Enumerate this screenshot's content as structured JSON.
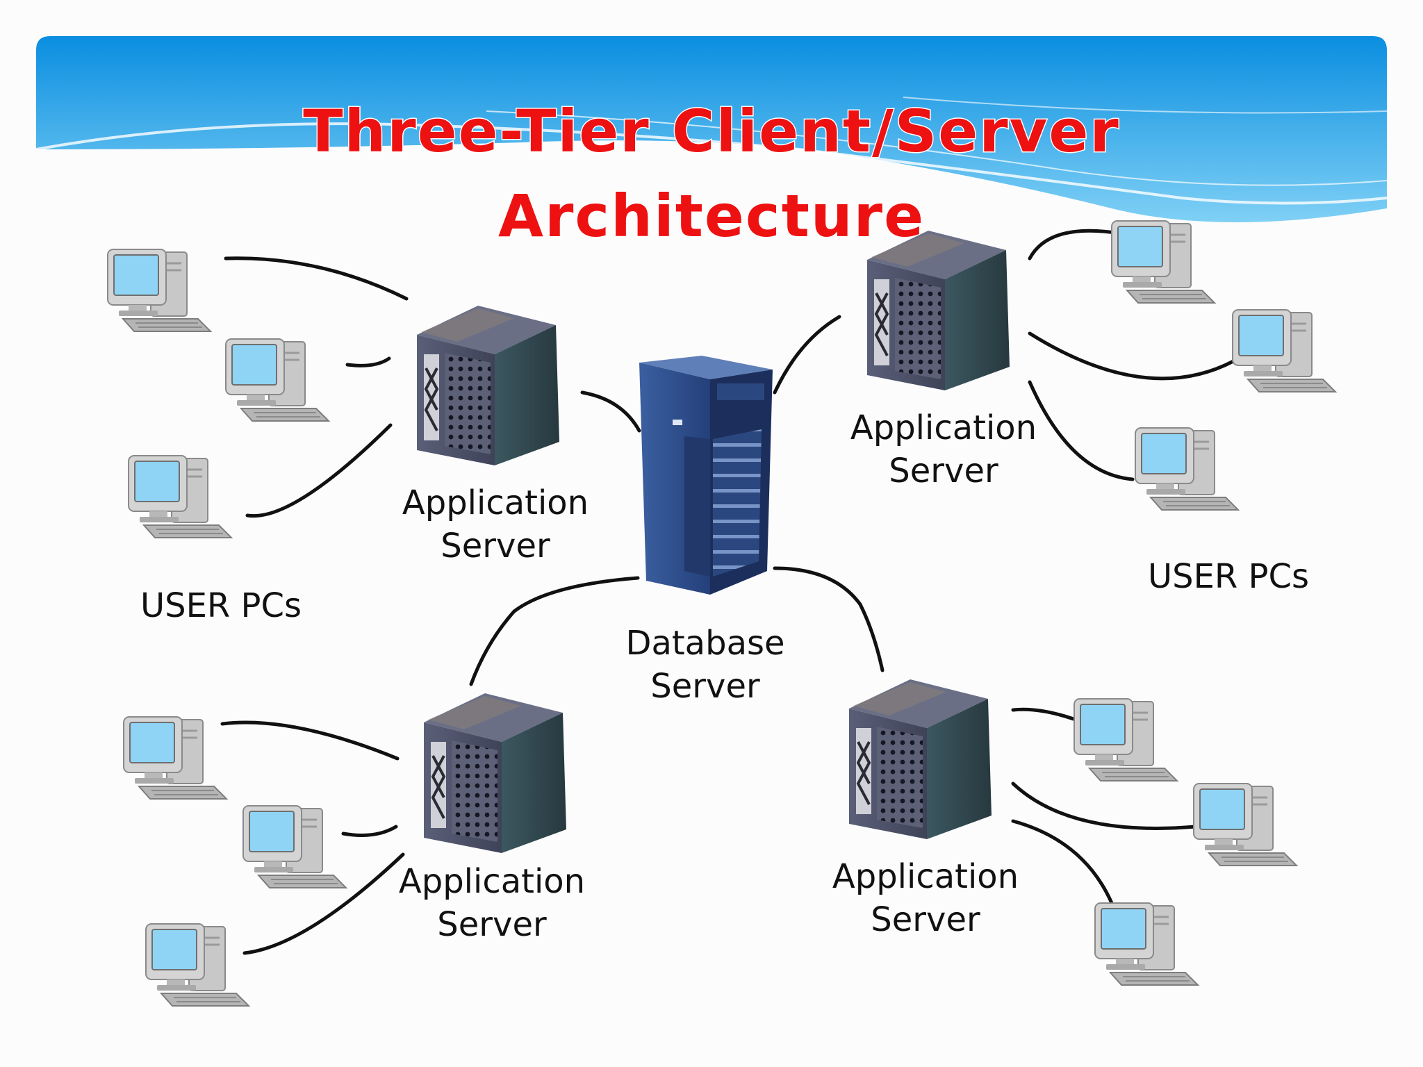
{
  "slide": {
    "title_line1": "Three-Tier Client/Server",
    "title_line2": "Architecture"
  },
  "labels": {
    "app_server_label_1a": "Application",
    "app_server_label_1b": "Server",
    "app_server_label_2a": "Application",
    "app_server_label_2b": "Server",
    "app_server_label_3a": "Application",
    "app_server_label_3b": "Server",
    "app_server_label_4a": "Application",
    "app_server_label_4b": "Server",
    "database_label_a": "Database",
    "database_label_b": "Server",
    "user_pcs_left": "USER PCs",
    "user_pcs_right": "USER PCs"
  },
  "colors": {
    "banner_top": "#0a8ee0",
    "banner_bottom": "#7fd0f5",
    "title": "#ee1111",
    "monitor_screen": "#8fd3f5",
    "server_body": "#4a4f66",
    "database_body": "#2f4f8a",
    "wire": "#111111"
  }
}
